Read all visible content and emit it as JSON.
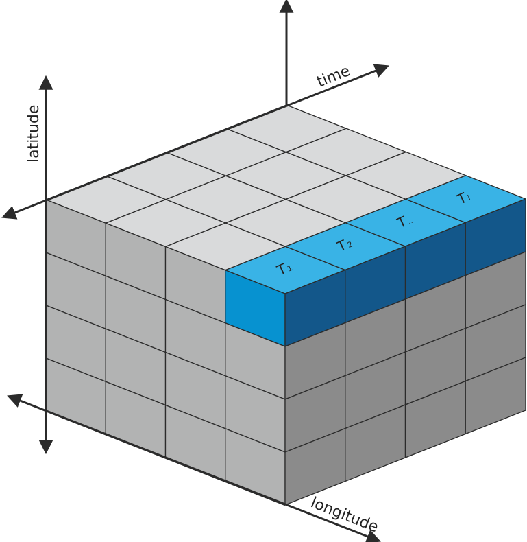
{
  "axes": {
    "latitude": "latitude",
    "time": "time",
    "longitude": "longitude"
  },
  "time_steps": [
    {
      "main": "T",
      "sub": "1"
    },
    {
      "main": "T",
      "sub": "2"
    },
    {
      "main": "T",
      "sub": ".."
    },
    {
      "main": "T",
      "sub": "i"
    }
  ],
  "colors": {
    "top": "#d9dadb",
    "left_face": "#b2b3b3",
    "right_face": "#8b8b8b",
    "blue_top": "#39b3e6",
    "blue_left": "#0792d0",
    "blue_right": "#13578a",
    "line": "#2b2b2b"
  }
}
